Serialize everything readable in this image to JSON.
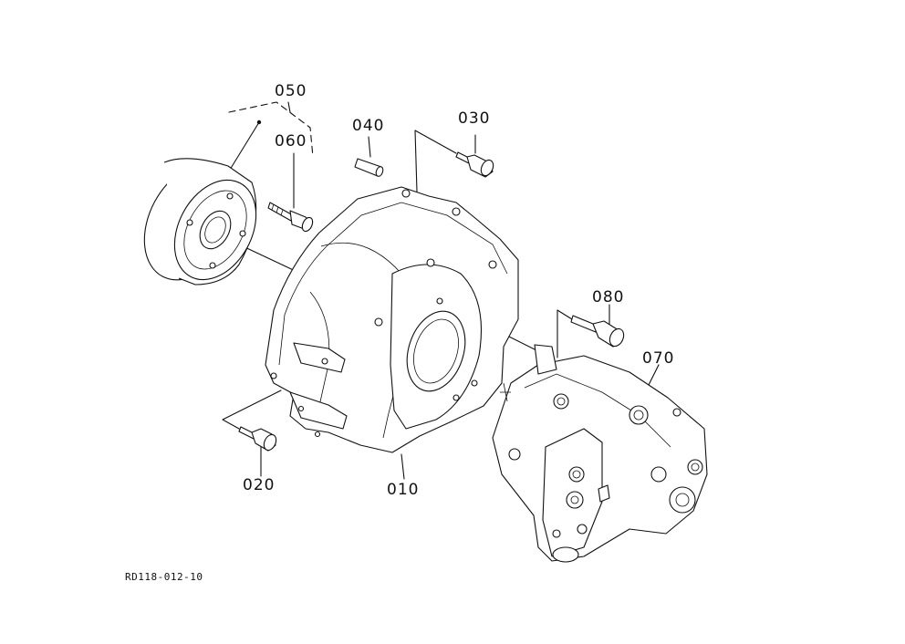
{
  "labels": {
    "p010": "010",
    "p020": "020",
    "p030": "030",
    "p040": "040",
    "p050": "050",
    "p060": "060",
    "p070": "070",
    "p080": "080"
  },
  "drawing_code": "RD118-012-10"
}
